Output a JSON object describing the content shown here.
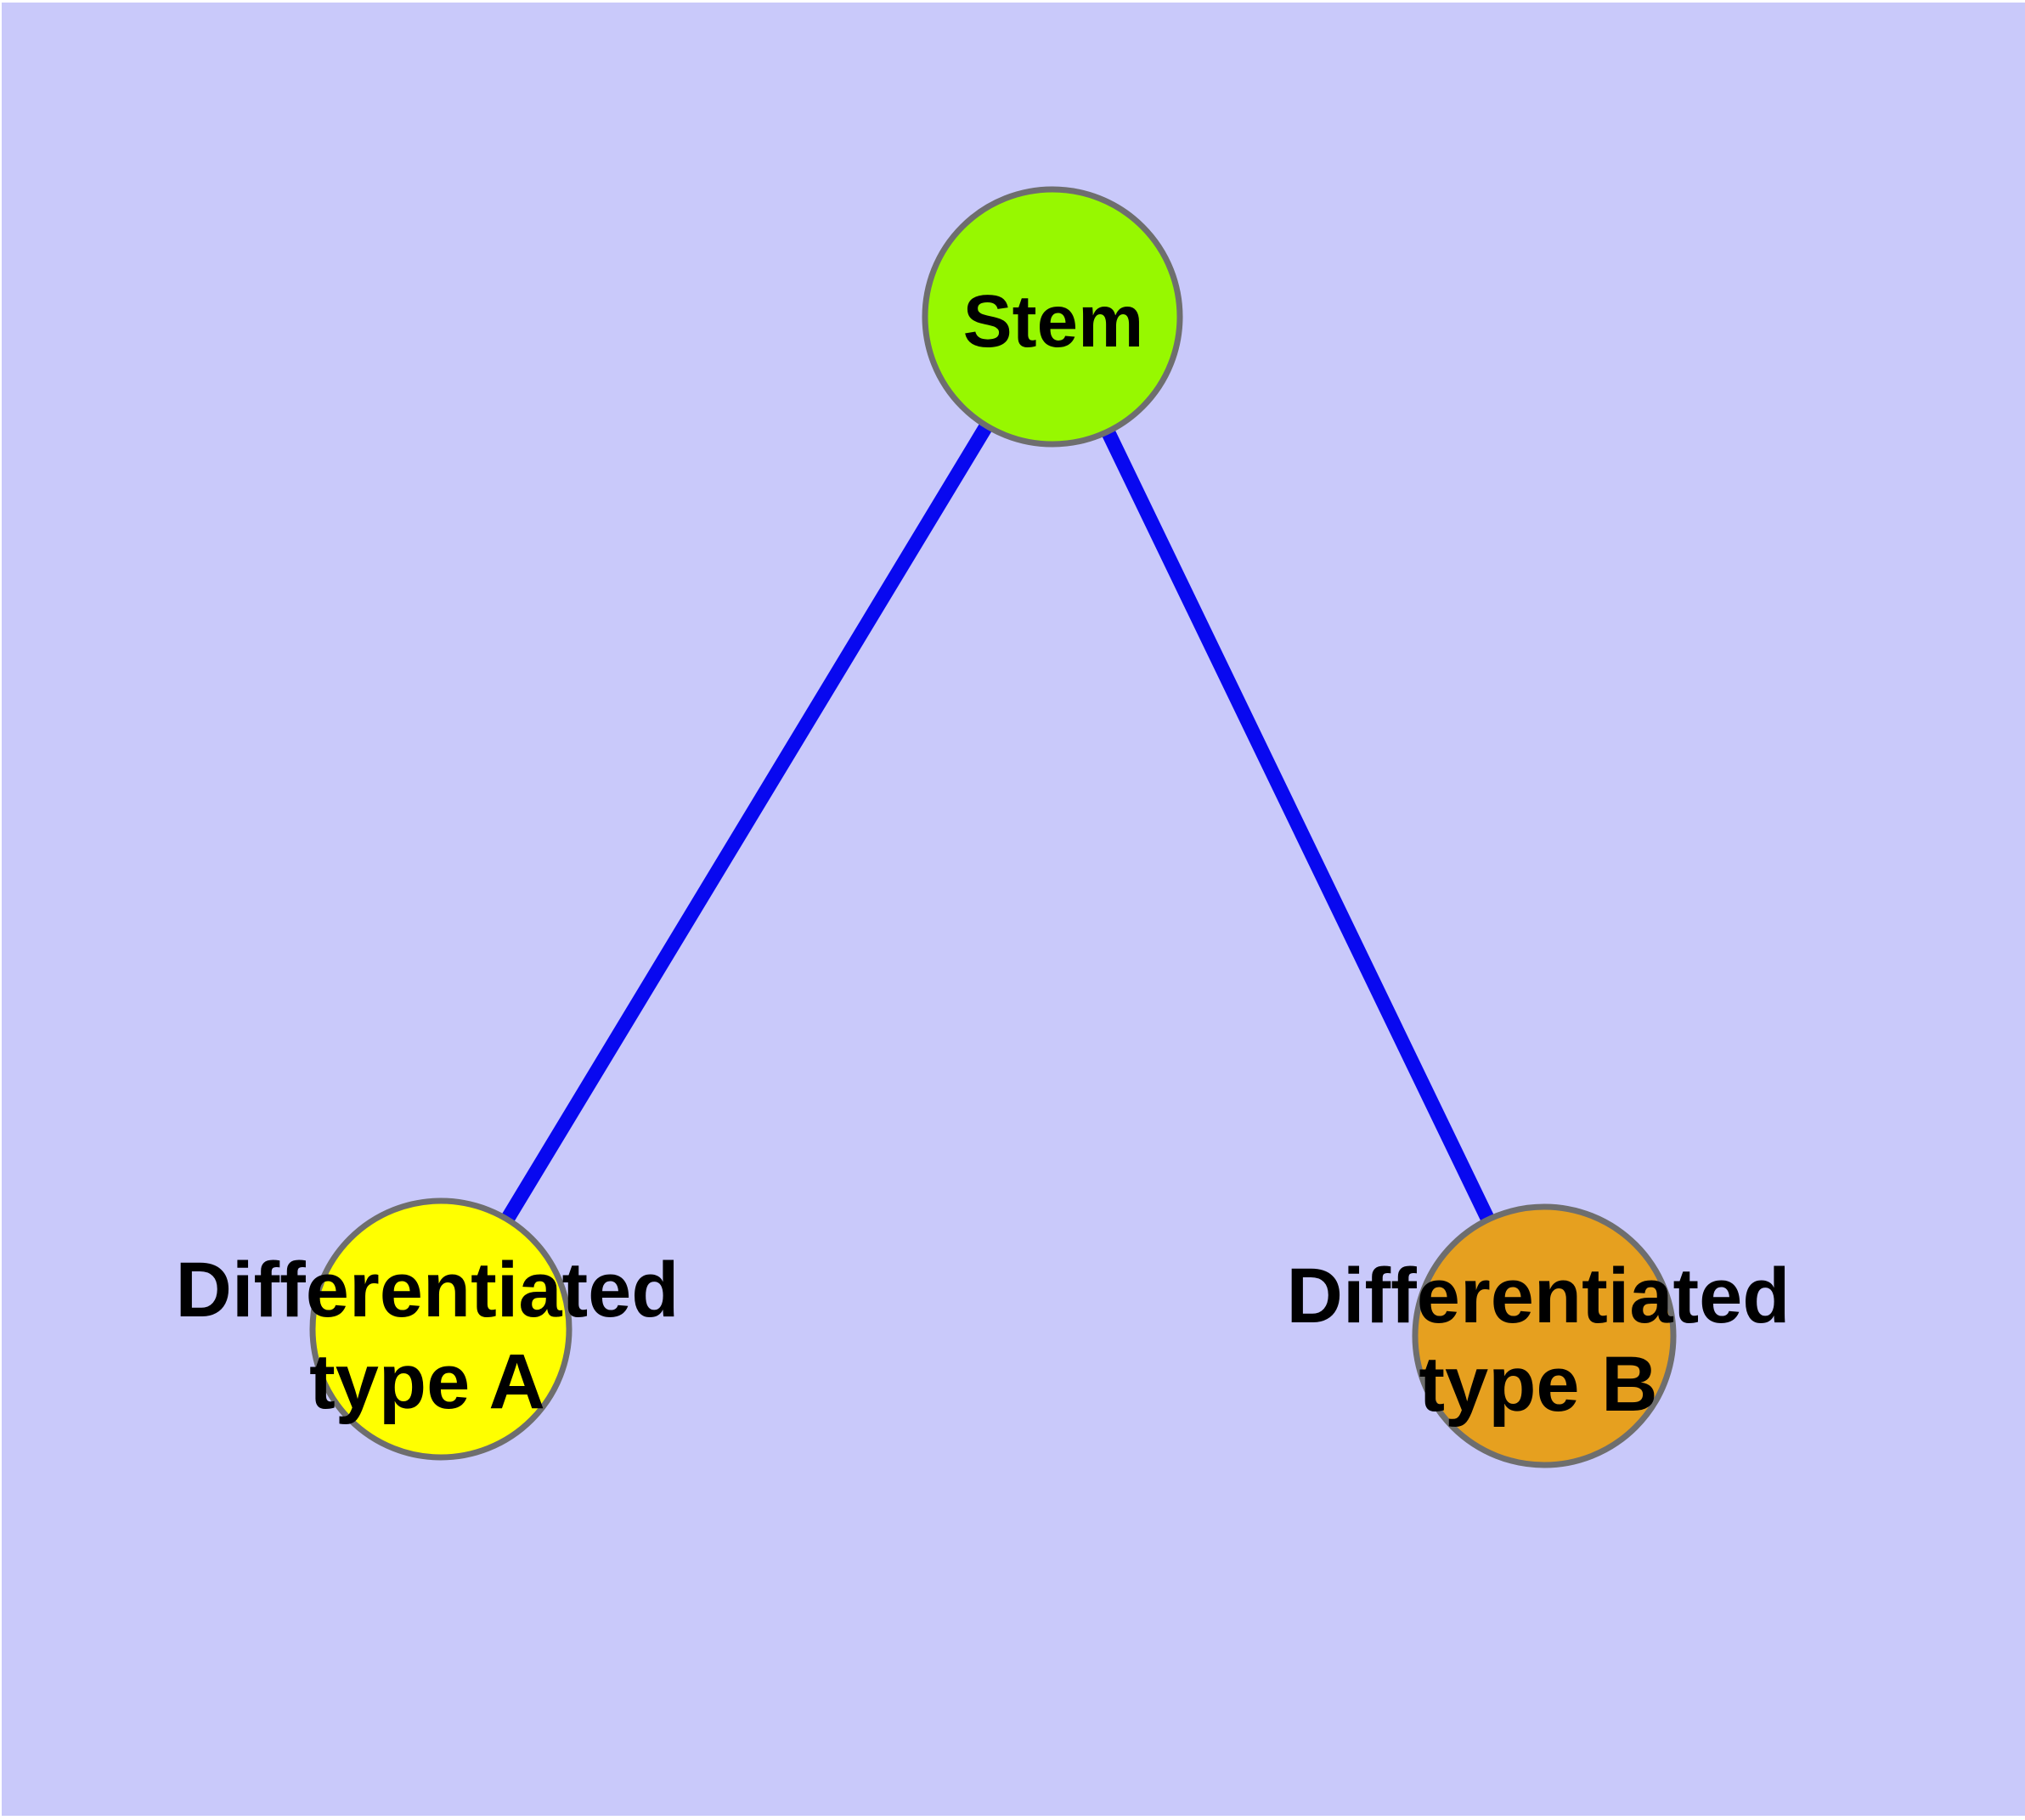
{
  "diagram": {
    "background_color": "#c9c9fa",
    "edge_color": "#0808f0",
    "node_border_color": "#6e6e6e",
    "label_color": "#000000",
    "nodes": [
      {
        "id": "stem",
        "label": "Stem",
        "label_lines": [
          "Stem"
        ],
        "fill": "#97f800"
      },
      {
        "id": "type_a",
        "label": "Differentiated type A",
        "label_lines": [
          "Differentiated",
          "type A"
        ],
        "fill": "#ffff00"
      },
      {
        "id": "type_b",
        "label": "Differentiated type B",
        "label_lines": [
          "Differentiated",
          "type B"
        ],
        "fill": "#e6a01f"
      }
    ],
    "edges": [
      {
        "from": "Stem",
        "to": "Differentiated type A"
      },
      {
        "from": "Stem",
        "to": "Differentiated type B"
      }
    ]
  }
}
